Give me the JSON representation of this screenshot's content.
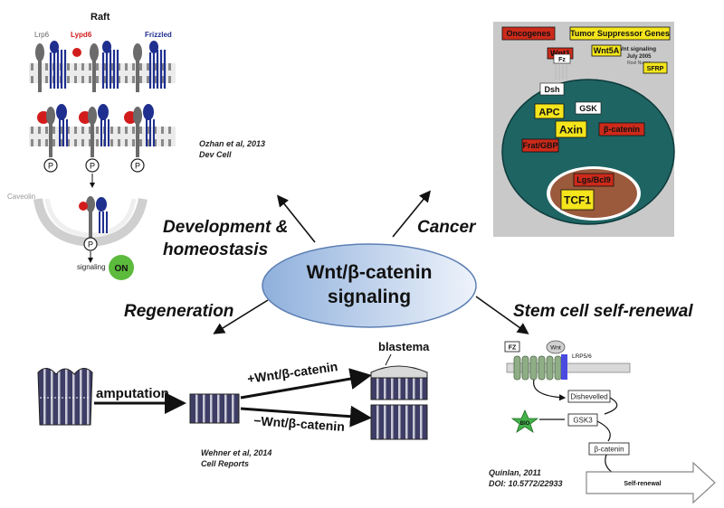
{
  "center": {
    "line1": "Wnt/β-catenin",
    "line2": "signaling"
  },
  "branches": {
    "development_line1": "Development &",
    "development_line2": "homeostasis",
    "cancer": "Cancer",
    "regeneration": "Regeneration",
    "stem_cell": "Stem cell self-renewal"
  },
  "raft_panel": {
    "title": "Raft",
    "lrp6": "Lrp6",
    "lypd6": "Lypd6",
    "frizzled": "Frizzled",
    "caveolin": "Caveolin",
    "p": "P",
    "signaling": "signaling",
    "on": "ON",
    "citation_line1": "Ozhan et al, 2013",
    "citation_line2": "Dev Cell"
  },
  "cancer_panel": {
    "oncogenes": "Oncogenes",
    "tumor_suppressors": "Tumor Suppressor Genes",
    "note_line1": "in Wnt signaling",
    "note_line2": "July 2005",
    "note_line3": "Roel Nusse",
    "wnt1": "Wnt1",
    "wnt5a": "Wnt5A",
    "fz": "Fz",
    "sfrp": "SFRP",
    "dsh": "Dsh",
    "gsk": "GSK",
    "apc": "APC",
    "axin": "Axin",
    "beta_catenin": "β-catenin",
    "frat": "Frat/GBP",
    "lgs": "Lgs/Bcl9",
    "tcf1": "TCF1",
    "colors": {
      "oncogene": "#cc2a1a",
      "suppressor": "#f4e51c",
      "cell": "#1e6463",
      "nucleus": "#9b5a3c"
    }
  },
  "regeneration_panel": {
    "amputation": "amputation",
    "plus": "+Wnt/β-catenin",
    "minus": "−Wnt/β-catenin",
    "blastema": "blastema",
    "citation_line1": "Wehner et al, 2014",
    "citation_line2": "Cell Reports"
  },
  "stem_panel": {
    "fz": "FZ",
    "wnt": "Wnt",
    "lrp": "LRP5/6",
    "dishevelled": "Dishevelled",
    "bio": "BIO",
    "gsk3": "GSK3",
    "beta_catenin": "β-catenin",
    "self_renewal": "Self-renewal",
    "citation_line1": "Quinlan, 2011",
    "citation_line2": "DOI: 10.5772/22933"
  }
}
